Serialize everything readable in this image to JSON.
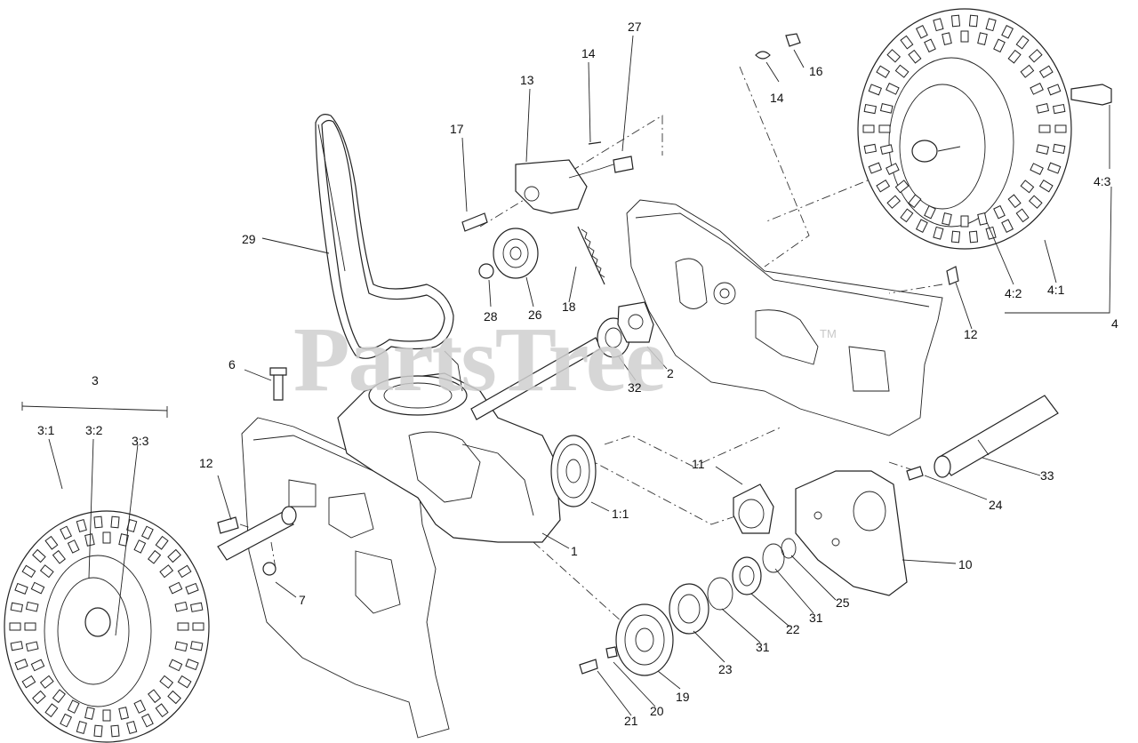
{
  "watermark": {
    "text": "PartsTree",
    "trademark": "TM"
  },
  "callouts": {
    "c1": "1",
    "c1_1": "1:1",
    "c2": "2",
    "c3": "3",
    "c3_1": "3:1",
    "c3_2": "3:2",
    "c3_3": "3:3",
    "c4": "4",
    "c4_1": "4:1",
    "c4_2": "4:2",
    "c4_3": "4:3",
    "c6": "6",
    "c7": "7",
    "c10": "10",
    "c11": "11",
    "c12a": "12",
    "c12b": "12",
    "c13": "13",
    "c14a": "14",
    "c14b": "14",
    "c16": "16",
    "c17": "17",
    "c18": "18",
    "c19": "19",
    "c20": "20",
    "c21": "21",
    "c22": "22",
    "c23": "23",
    "c24": "24",
    "c25": "25",
    "c26": "26",
    "c27": "27",
    "c28": "28",
    "c29": "29",
    "c31a": "31",
    "c31b": "31",
    "c32": "32",
    "c33": "33"
  }
}
